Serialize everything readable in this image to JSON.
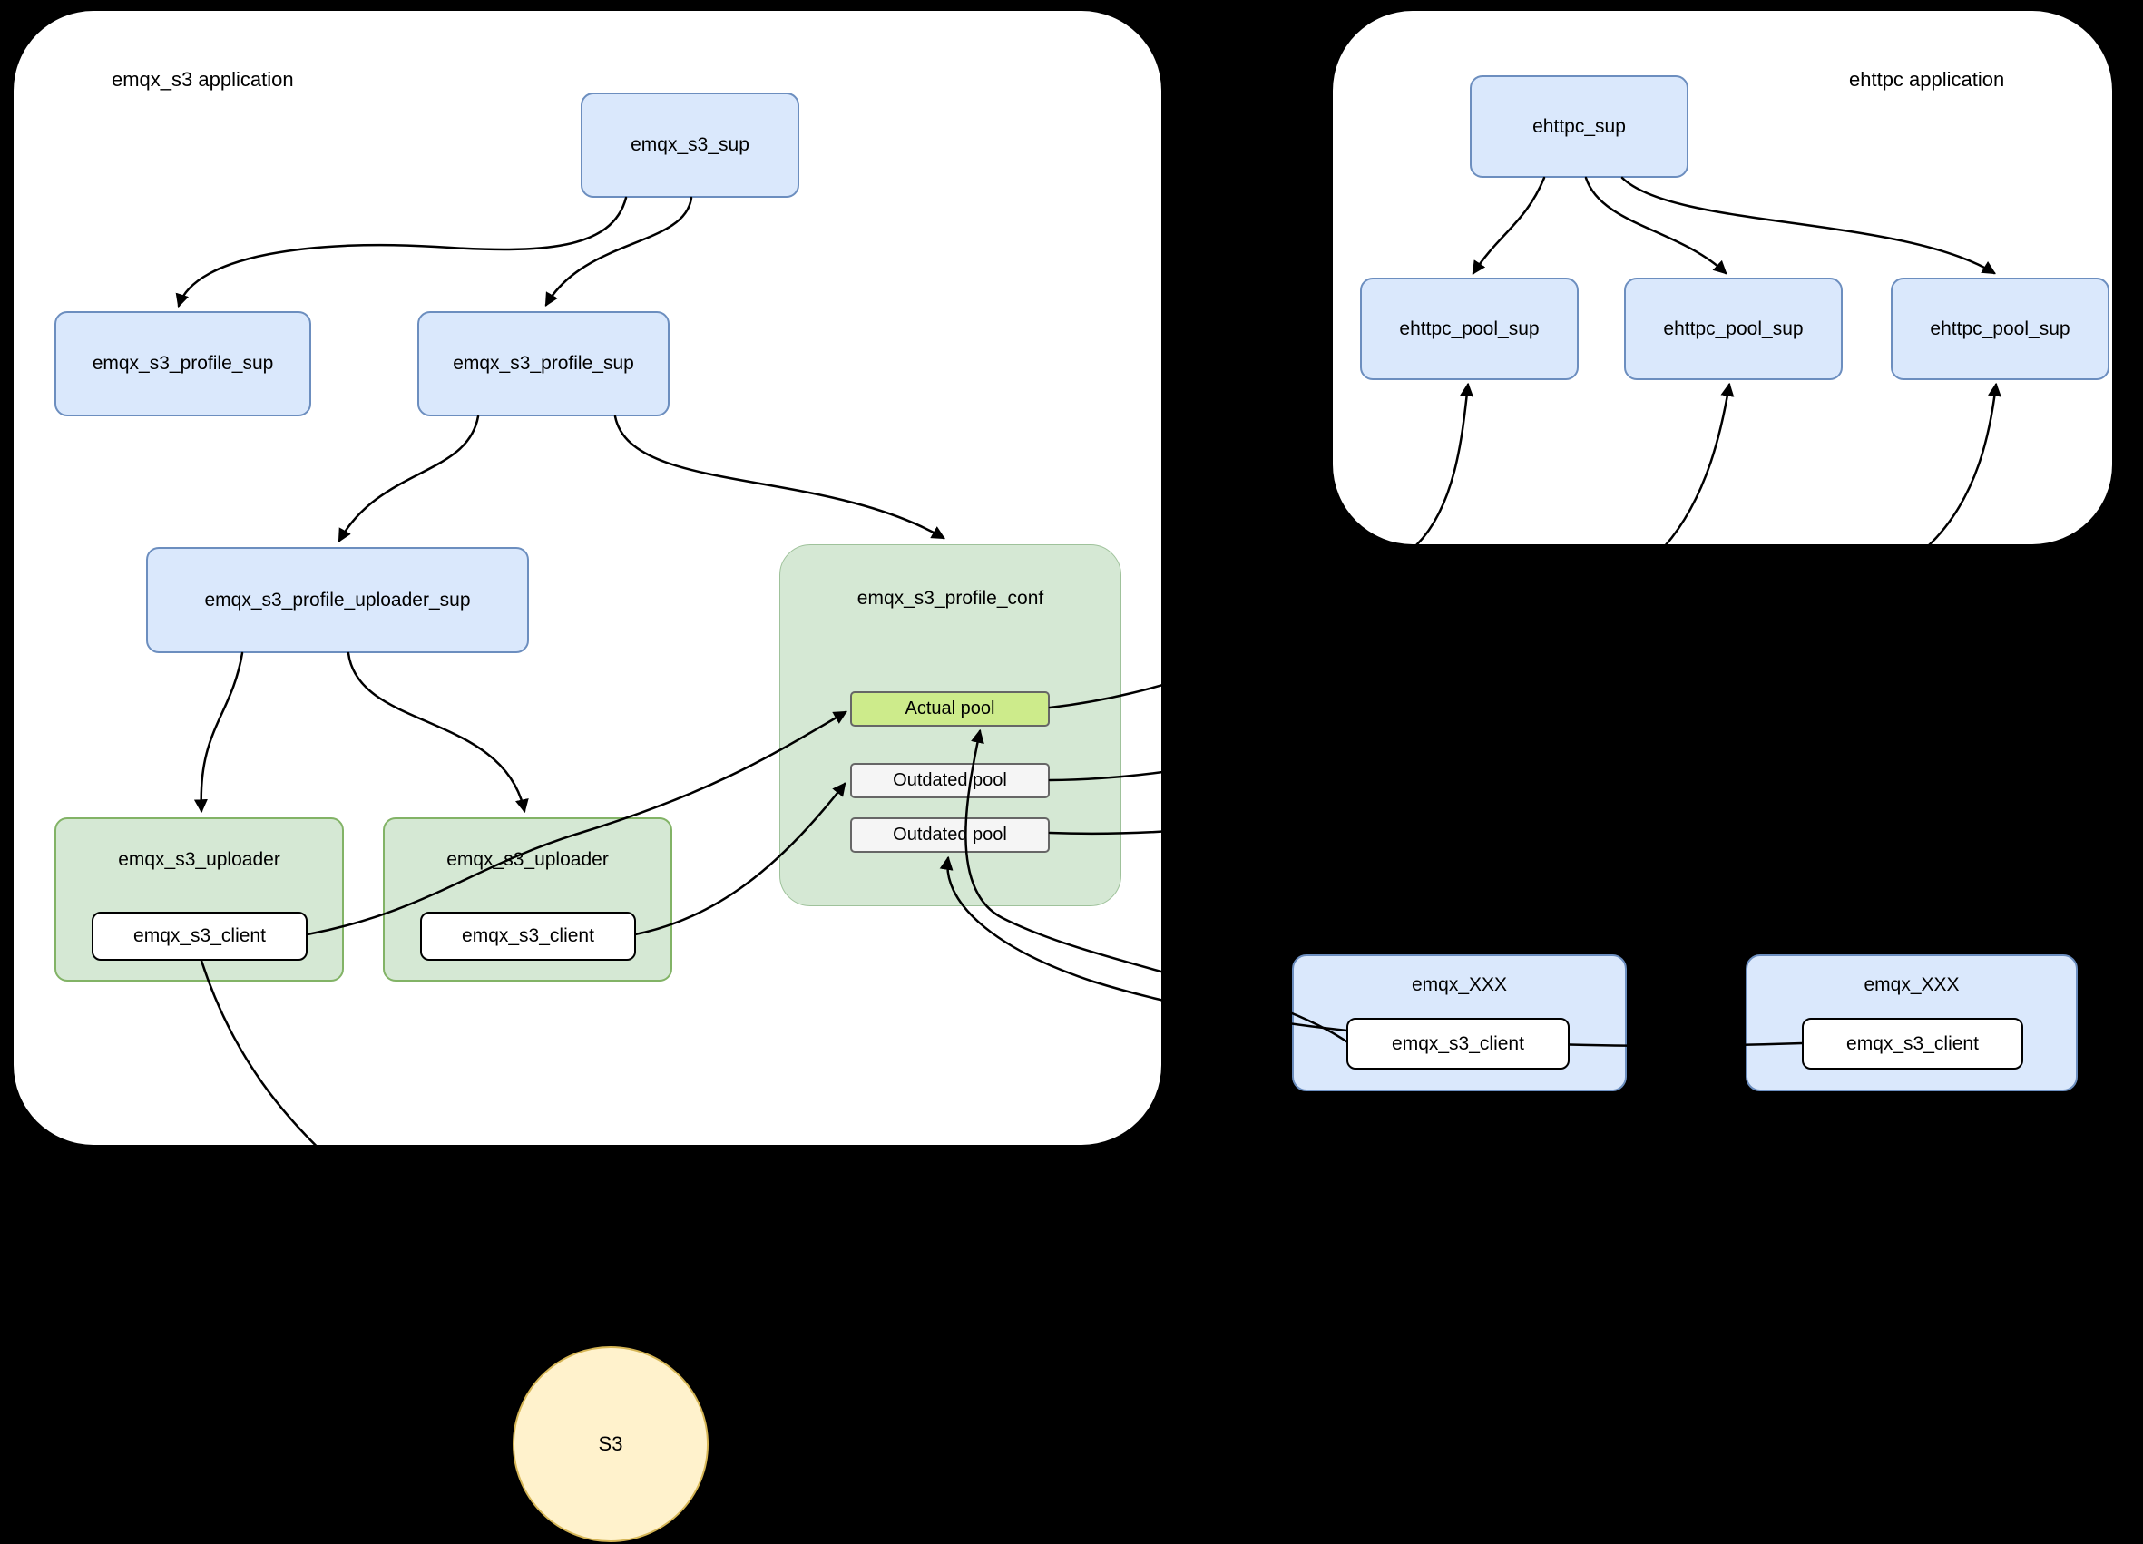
{
  "diagram": {
    "emqx_s3_app": {
      "label": "emqx_s3 application",
      "sup": "emqx_s3_sup",
      "profile_sup_left": "emqx_s3_profile_sup",
      "profile_sup_right": "emqx_s3_profile_sup",
      "uploader_sup": "emqx_s3_profile_uploader_sup",
      "profile_conf": {
        "label": "emqx_s3_profile_conf",
        "actual_pool": "Actual pool",
        "outdated_pool_1": "Outdated pool",
        "outdated_pool_2": "Outdated pool"
      },
      "uploader_left": {
        "label": "emqx_s3_uploader",
        "client": "emqx_s3_client"
      },
      "uploader_right": {
        "label": "emqx_s3_uploader",
        "client": "emqx_s3_client"
      }
    },
    "ehttpc_app": {
      "label": "ehttpc application",
      "sup": "ehttpc_sup",
      "pool_sups": [
        "ehttpc_pool_sup",
        "ehttpc_pool_sup",
        "ehttpc_pool_sup"
      ]
    },
    "external": {
      "xxx_left": {
        "label": "emqx_XXX",
        "client": "emqx_s3_client"
      },
      "xxx_right": {
        "label": "emqx_XXX",
        "client": "emqx_s3_client"
      }
    },
    "s3": {
      "label": "S3"
    },
    "colors": {
      "background": "#000000",
      "panel": "#ffffff",
      "node_blue_fill": "#dae8fc",
      "node_blue_border": "#6c8ebf",
      "node_green_fill": "#d5e8d4",
      "node_green_border": "#82b366",
      "actual_pool_fill": "#cdeb8b",
      "outdated_pool_fill": "#f5f5f5",
      "pool_border": "#666666",
      "s3_fill": "#fff2cc",
      "s3_border": "#d6b656",
      "edge": "#000000"
    }
  }
}
